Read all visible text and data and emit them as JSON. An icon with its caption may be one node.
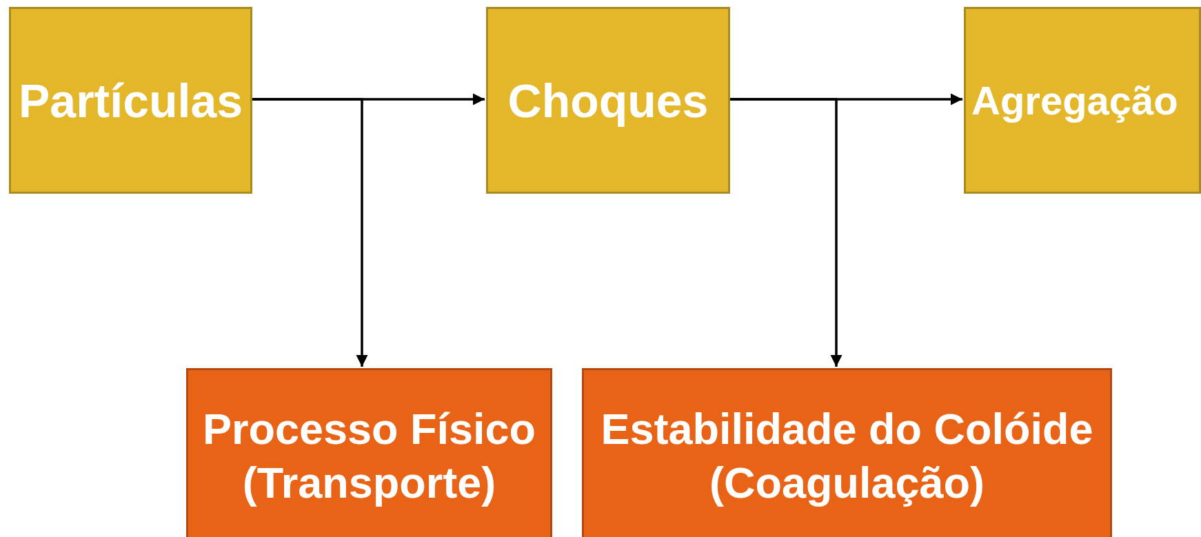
{
  "diagram": {
    "nodes": [
      {
        "text": [
          "Partículas"
        ]
      },
      {
        "text": [
          "Choques"
        ]
      },
      {
        "text": [
          "Agregação"
        ]
      },
      {
        "text": [
          "Processo Físico (Transporte)"
        ]
      },
      {
        "text": [
          "Estabilidade do Colóide (Coagulação)"
        ]
      }
    ],
    "edges": [
      {
        "from": 0,
        "to": 1,
        "arrow": "to"
      },
      {
        "from": 0,
        "to": 3,
        "arrow": "to"
      },
      {
        "from": 1,
        "to": 2,
        "arrow": "to"
      },
      {
        "from": 1,
        "to": 4,
        "arrow": "to"
      }
    ]
  }
}
